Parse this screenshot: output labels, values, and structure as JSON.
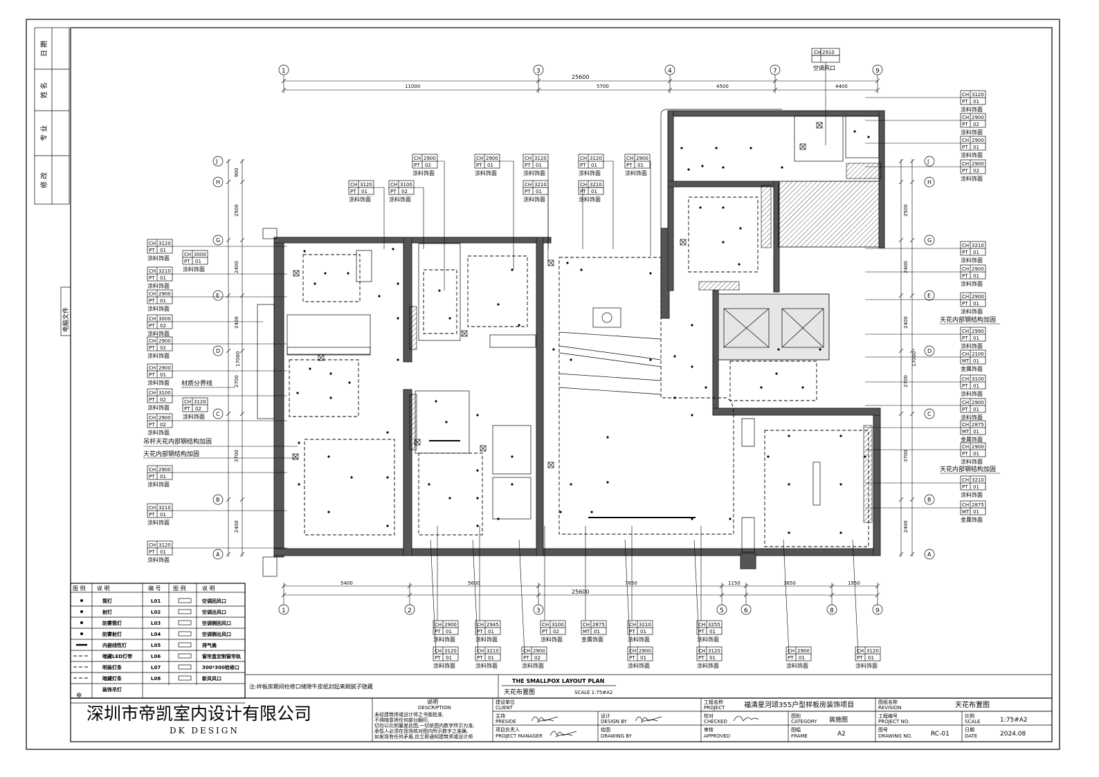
{
  "axes_top": [
    "1",
    "3",
    "4",
    "7",
    "9"
  ],
  "axes_bottom": [
    "1",
    "2",
    "3",
    "5",
    "6",
    "8",
    "9"
  ],
  "axes_left": [
    "J",
    "H",
    "G",
    "E",
    "D",
    "C",
    "B",
    "A"
  ],
  "axes_right": [
    "J",
    "H",
    "G",
    "E",
    "D",
    "C",
    "B",
    "A"
  ],
  "dims_top": {
    "total": "25600",
    "segments": [
      "11000",
      "5700",
      "4500",
      "4400"
    ]
  },
  "dims_bottom": {
    "total": "25600",
    "segments": [
      "5400",
      "5600",
      "7850",
      "1150",
      "3650",
      "1950"
    ]
  },
  "dims_left": {
    "total": "17000",
    "segments": [
      "900",
      "2500",
      "2400",
      "2400",
      "2700",
      "3700",
      "2400"
    ]
  },
  "dims_right": {
    "total": "17000",
    "segments": [
      "2500",
      "2400",
      "2400",
      "2700",
      "3700",
      "2400"
    ]
  },
  "revision_header": [
    "日 期",
    "姓 名",
    "专 业",
    "修 改"
  ],
  "sidebar_note": "电脑文件",
  "top_air_tag": {
    "code": "CH",
    "value": "2910",
    "label": "空调风口"
  },
  "tags_top": [
    {
      "ch": "2900",
      "pt": "02",
      "label": "涂料饰面"
    },
    {
      "ch": "2900",
      "pt": "01",
      "label": "涂料饰面"
    },
    {
      "ch": "3120",
      "pt": "01",
      "label": "涂料饰面"
    },
    {
      "ch": "3120",
      "pt": "01",
      "label": "涂料饰面"
    },
    {
      "ch": "2900",
      "pt": "01",
      "label": "涂料饰面"
    },
    {
      "ch": "3120",
      "pt": "01",
      "label": "涂料饰面"
    },
    {
      "ch": "3100",
      "pt": "02",
      "label": "涂料饰面"
    },
    {
      "ch": "3210",
      "pt": "01",
      "label": "涂料饰面"
    },
    {
      "ch": "3210",
      "pt": "01",
      "label": "涂料饰面"
    }
  ],
  "tags_left": [
    {
      "ch": "3120",
      "pt": "01",
      "label": "涂料饰面"
    },
    {
      "ch": "3000",
      "pt": "01",
      "label": "涂料饰面"
    },
    {
      "ch": "3210",
      "pt": "01",
      "label": "涂料饰面"
    },
    {
      "ch": "2900",
      "pt": "01",
      "label": "涂料饰面"
    },
    {
      "ch": "3000",
      "pt": "02",
      "label": "涂料饰面"
    },
    {
      "ch": "2900",
      "pt": "02",
      "label": "涂料饰面"
    },
    {
      "ch": "2900",
      "pt": "01",
      "label": "涂料饰面"
    },
    {
      "ch": "3100",
      "pt": "02",
      "label": "涂料饰面"
    },
    {
      "ch": "3120",
      "pt": "02",
      "label": "涂料饰面"
    },
    {
      "ch": "2900",
      "pt": "02",
      "label": "涂料饰面"
    },
    {
      "ch": "2900",
      "pt": "01",
      "label": "涂料饰面"
    },
    {
      "ch": "3210",
      "pt": "01",
      "label": "涂料饰面"
    },
    {
      "ch": "3120",
      "pt": "01",
      "label": "涂料饰面"
    }
  ],
  "left_notes": [
    "材质分界线",
    "吊杆天花内部钢结构加固",
    "天花内部钢结构加固"
  ],
  "tags_right": [
    {
      "ch": "3120",
      "pt": "01",
      "label": "涂料饰面"
    },
    {
      "ch": "2900",
      "pt": "02",
      "label": "涂料饰面"
    },
    {
      "ch": "2900",
      "pt": "01",
      "label": "涂料饰面"
    },
    {
      "ch": "2900",
      "pt": "02",
      "label": "涂料饰面"
    },
    {
      "ch": "3210",
      "pt": "01",
      "label": "涂料饰面"
    },
    {
      "ch": "2900",
      "pt": "01",
      "label": "涂料饰面"
    },
    {
      "ch": "2900",
      "pt": "01",
      "label": "涂料饰面"
    },
    {
      "ch": "2990",
      "pt": "01",
      "label": "涂料饰面"
    },
    {
      "ch": "2100",
      "pt": "01",
      "label": "金属饰面",
      "mat": "MT"
    },
    {
      "ch": "3100",
      "pt": "01",
      "label": "涂料饰面"
    },
    {
      "ch": "2900",
      "pt": "01",
      "label": "涂料饰面"
    },
    {
      "ch": "2875",
      "pt": "01",
      "label": "金属饰面",
      "mat": "MT"
    },
    {
      "ch": "2900",
      "pt": "01",
      "label": "涂料饰面"
    },
    {
      "ch": "3210",
      "pt": "01",
      "label": "涂料饰面"
    },
    {
      "ch": "2875",
      "pt": "01",
      "label": "金属饰面",
      "mat": "MT"
    }
  ],
  "right_notes": [
    "天花内部钢结构加固",
    "天花内部钢结构加固"
  ],
  "tags_bottom_row1": [
    {
      "ch": "2900",
      "pt": "01",
      "label": "涂料饰面"
    },
    {
      "ch": "2945",
      "pt": "01",
      "label": "涂料饰面"
    },
    {
      "ch": "3100",
      "pt": "02",
      "label": "涂料饰面"
    },
    {
      "ch": "2875",
      "pt": "01",
      "label": "金属饰面",
      "mat": "MT"
    },
    {
      "ch": "3210",
      "pt": "01",
      "label": "涂料饰面"
    },
    {
      "ch": "3255",
      "pt": "01",
      "label": "涂料饰面"
    }
  ],
  "tags_bottom_row2": [
    {
      "ch": "3120",
      "pt": "01",
      "label": "涂料饰面"
    },
    {
      "ch": "3210",
      "pt": "01",
      "label": "涂料饰面"
    },
    {
      "ch": "2900",
      "pt": "02",
      "label": "涂料饰面"
    },
    {
      "ch": "2900",
      "pt": "01",
      "label": "涂料饰面"
    },
    {
      "ch": "3120",
      "pt": "01",
      "label": "涂料饰面"
    },
    {
      "ch": "2900",
      "pt": "01",
      "label": "涂料饰面"
    },
    {
      "ch": "3120",
      "pt": "01",
      "label": "涂料饰面"
    }
  ],
  "legend": {
    "headers": [
      "图 例",
      "说 明",
      "编 号",
      "图 例",
      "说 明"
    ],
    "rows": [
      {
        "desc": "筒灯",
        "code": "L01",
        "desc2": "空调回风口"
      },
      {
        "desc": "射灯",
        "code": "L02",
        "desc2": "空调出风口"
      },
      {
        "desc": "防雾筒灯",
        "code": "L03",
        "desc2": "空调侧回风口"
      },
      {
        "desc": "防雾射灯",
        "code": "L04",
        "desc2": "空调侧出风口"
      },
      {
        "desc": "内嵌线性灯",
        "code": "L05",
        "desc2": "排气扇"
      },
      {
        "desc": "暗藏LED灯带",
        "code": "L06",
        "desc2": "窗帘盒定制窗帘轨"
      },
      {
        "desc": "明装灯条",
        "code": "L07",
        "desc2": "300*300检修口"
      },
      {
        "desc": "暗藏灯条",
        "code": "L08",
        "desc2": "新风风口"
      },
      {
        "desc": "装饰吊灯",
        "code": "",
        "desc2": ""
      }
    ]
  },
  "note": "注:样板房期间检修口缝隙牛皮纸封起来刷腻子隐藏",
  "plan_title": {
    "en": "THE SMALLPOX LAYOUT PLAN",
    "cn": "天花布置图",
    "scale": "SCALE 1:75#A2"
  },
  "company": {
    "cn": "深圳市帝凯室内设计有限公司",
    "en": "DK    DESIGN"
  },
  "title_block": {
    "desc_label": "说明",
    "desc_label_en": "DESCRIPTION",
    "desc_lines": [
      "未经建筑师或设计师之书面批准,",
      "不得随意将任何部分翻印,",
      "切勿以比例量度此图,一切依图内数字所示为准,",
      "承揽人必须在现场核对图内所示数字之准确,",
      "如发现有任何矛盾,应立即通知建筑师或设计师"
    ],
    "client_label": "建设单位",
    "client_label_en": "CLIENT",
    "preside_label": "主持",
    "preside_label_en": "PRESIDE",
    "design_label": "设计",
    "design_label_en": "DESIGN BY",
    "pm_label": "项目负责人",
    "pm_label_en": "PROJECT MANAGER",
    "drawing_label": "绘图",
    "drawing_label_en": "DRAWING BY",
    "project_label": "工程名称",
    "project_label_en": "PROJECT",
    "project_value": "福清星河颂355户型样板房装饰项目",
    "checked_label": "校对",
    "checked_label_en": "CHECKED",
    "category_label": "图别",
    "category_label_en": "CATEGORY",
    "category_value": "装施图",
    "approved_label": "审核",
    "approved_label_en": "APPROVED",
    "frame_label": "图幅",
    "frame_label_en": "FRAME",
    "frame_value": "A2",
    "revision_label": "图纸名称",
    "revision_label_en": "REVISION",
    "revision_value": "天花布置图",
    "projno_label": "工程编号",
    "projno_label_en": "PROJECT NO.",
    "scale_label": "比例",
    "scale_label_en": "SCALE",
    "scale_value": "1:75#A2",
    "drawno_label": "图号",
    "drawno_label_en": "DRAWING NO.",
    "drawno_value": "RC-01",
    "date_label": "日期",
    "date_label_en": "DATE",
    "date_value": "2024.08"
  }
}
